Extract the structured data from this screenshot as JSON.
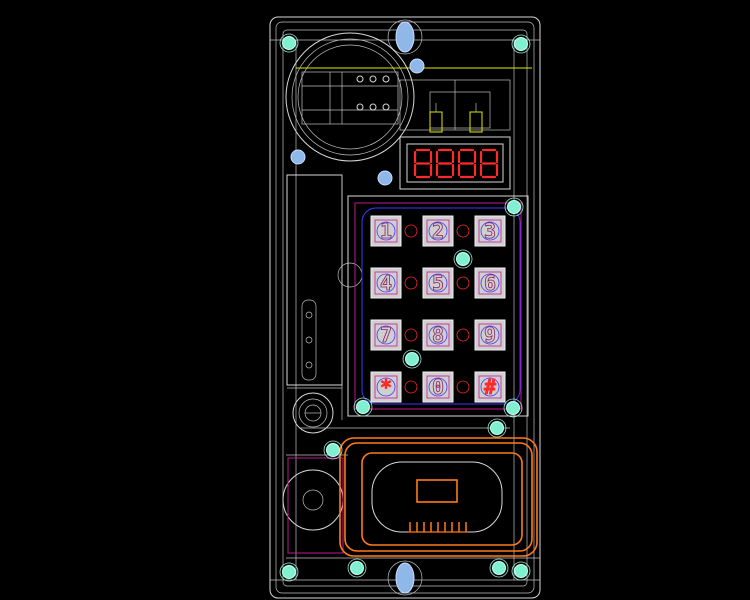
{
  "drawing": {
    "display_digits": "8888",
    "keys": [
      "1",
      "2",
      "3",
      "4",
      "5",
      "6",
      "7",
      "8",
      "9",
      "*",
      "0",
      "#"
    ],
    "colors": {
      "background": "#000000",
      "outline": "#d8d8d8",
      "display": "#ff2a2a",
      "speaker": "#ff7a1a",
      "connector": "#e6e600",
      "keypad_frame": "#c01890",
      "mount_holes": "#7ff0d0",
      "screws": "#8fb8e8"
    },
    "icons": [
      "camera-lens-icon",
      "seven-segment-display-icon",
      "keypad-icon",
      "speaker-grille-icon",
      "screw-icon",
      "mounting-hole-icon"
    ]
  }
}
